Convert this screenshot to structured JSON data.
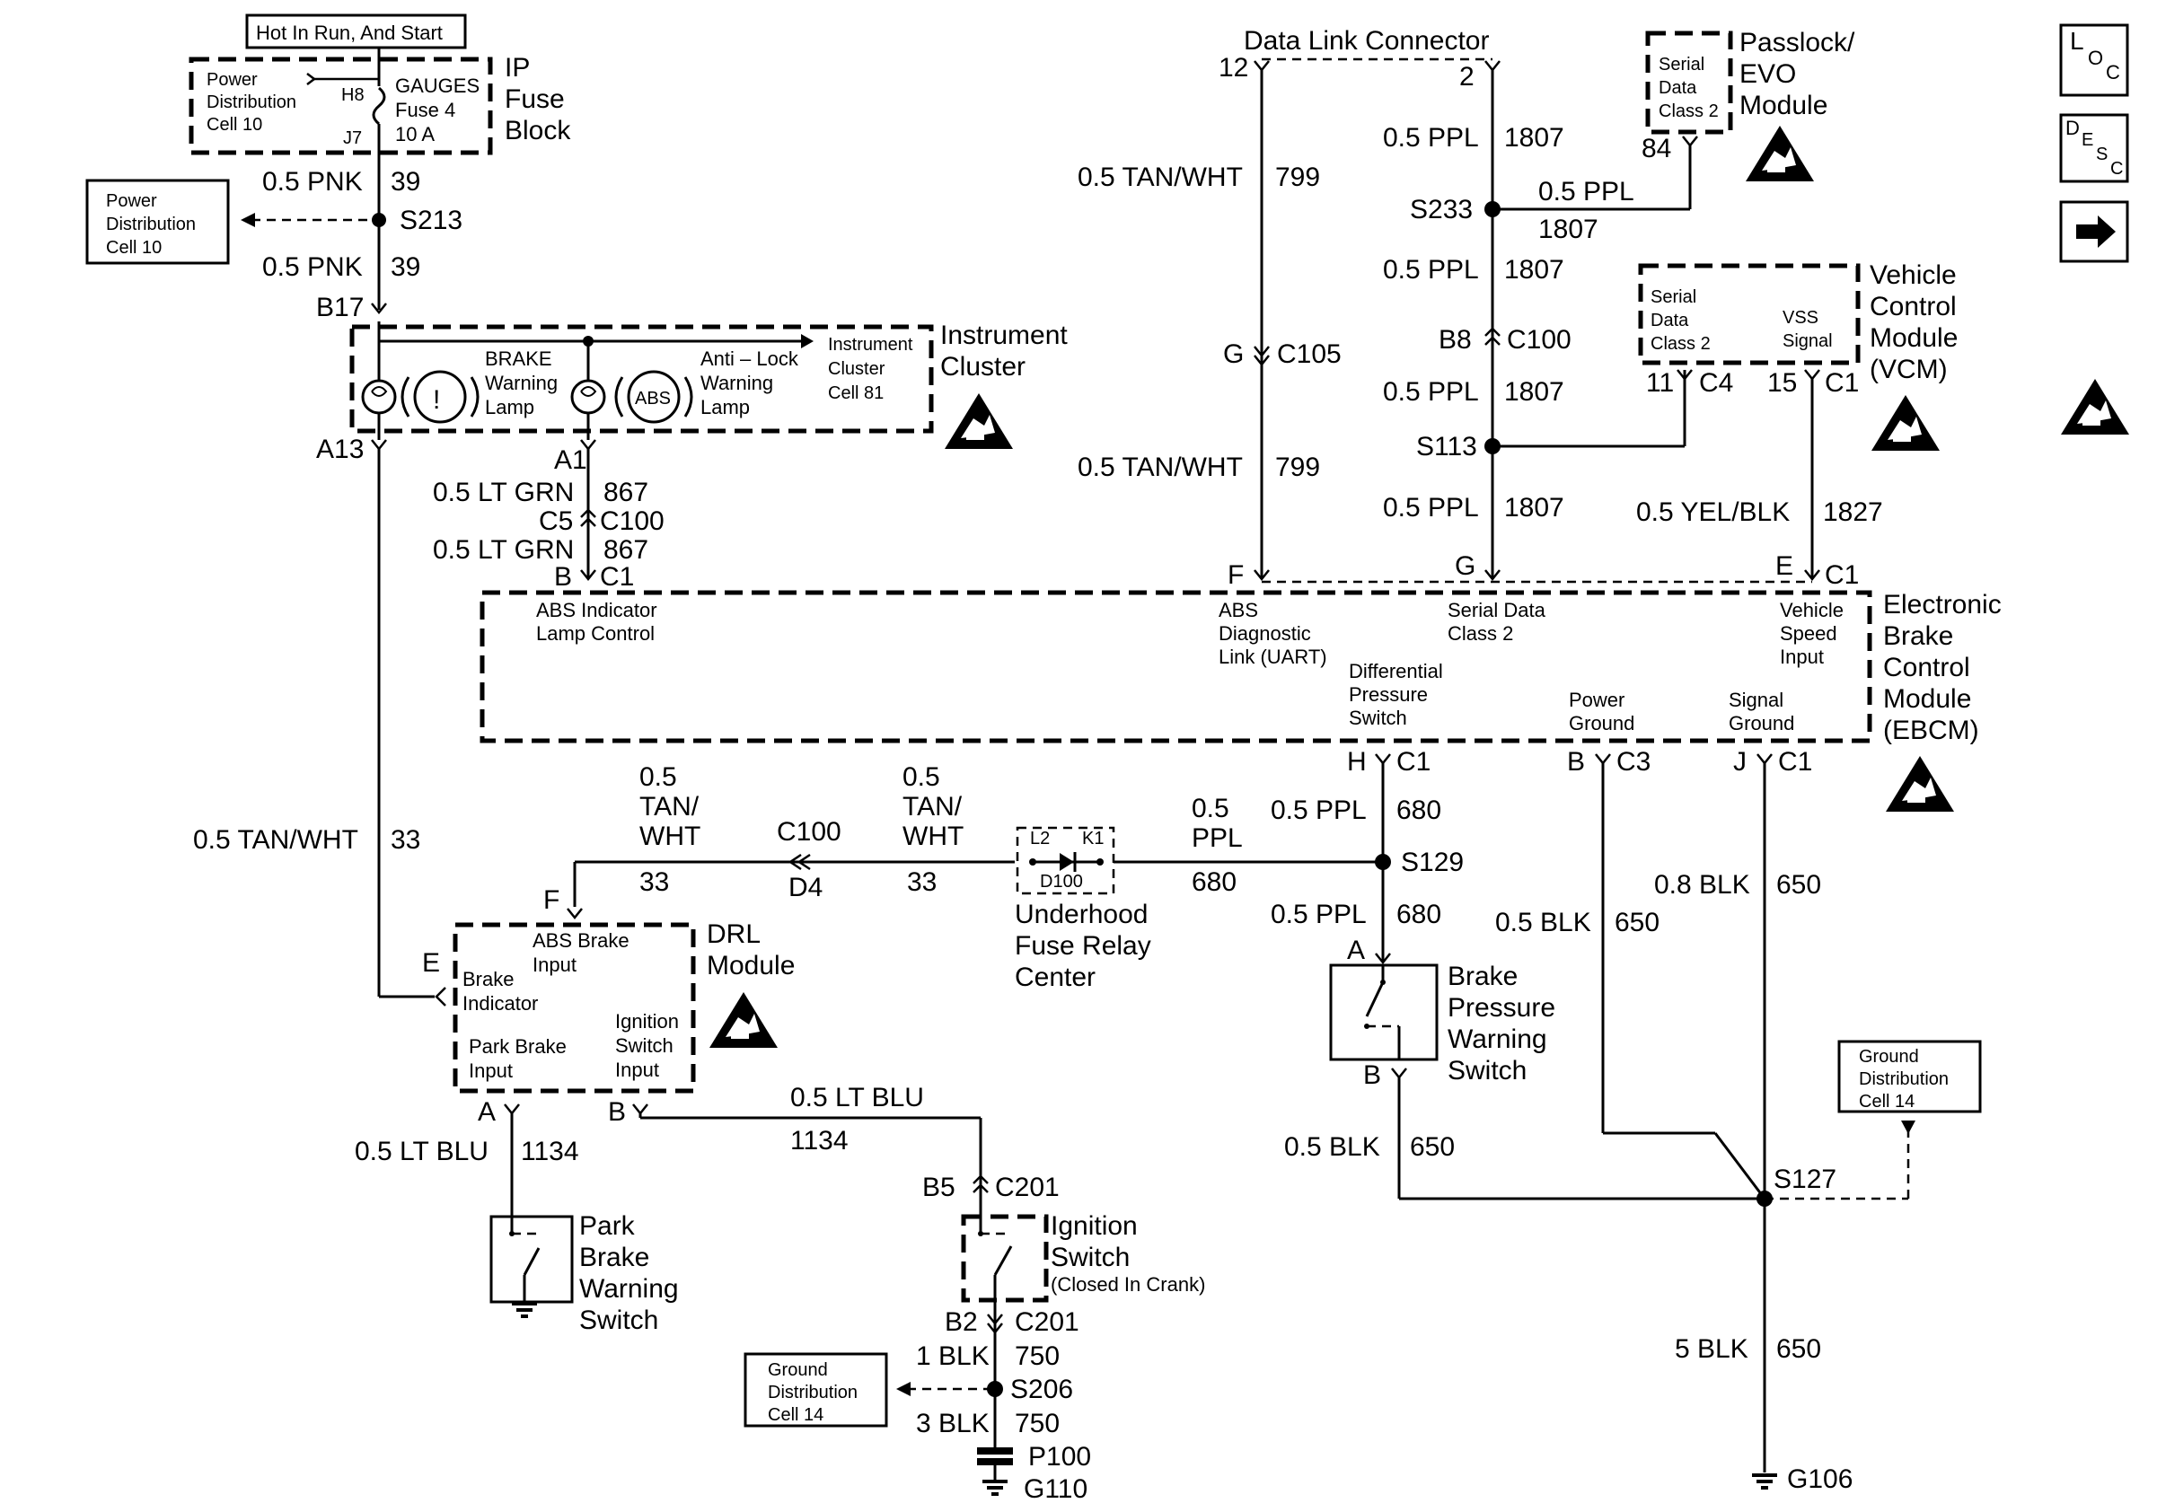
{
  "side_icons": {
    "loc": [
      "L",
      "O",
      "C"
    ],
    "desc": [
      "D",
      "E",
      "S",
      "C"
    ]
  },
  "fuse": {
    "tag": "Hot In Run, And Start",
    "block_title": [
      "IP",
      "Fuse",
      "Block"
    ],
    "pd_ref": [
      "Power",
      "Distribution",
      "Cell 10"
    ],
    "fuse_label": [
      "GAUGES",
      "Fuse 4",
      "10 A"
    ],
    "pin_in": "H8",
    "pin_out": "J7"
  },
  "splice_s213": {
    "name": "S213",
    "ref": [
      "Power",
      "Distribution",
      "Cell 10"
    ],
    "w1_gauge": "0.5 PNK",
    "w1_circuit": "39",
    "w2_gauge": "0.5 PNK",
    "w2_circuit": "39"
  },
  "cluster": {
    "title": [
      "Instrument",
      "Cluster"
    ],
    "pin_in": "B17",
    "pin_a13": "A13",
    "pin_a1": "A1",
    "brake_lamp": [
      "BRAKE",
      "Warning",
      "Lamp"
    ],
    "abs_lamp": [
      "Anti – Lock",
      "Warning",
      "Lamp"
    ],
    "ref": [
      "Instrument",
      "Cluster",
      "Cell 81"
    ],
    "abs_symbol": "ABS",
    "brake_symbol": "!"
  },
  "cluster_ebcm_wire": {
    "gauge1": "0.5 LT GRN",
    "circuit1": "867",
    "conn_pin": "C5",
    "conn": "C100",
    "gauge2": "0.5 LT GRN",
    "circuit2": "867",
    "ebcm_pin": "B",
    "ebcm_conn": "C1"
  },
  "dlc": {
    "title": "Data Link Connector",
    "pin12": "12",
    "pin2": "2",
    "gauge_a": "0.5 TAN/WHT",
    "circuit_a": "799",
    "conn_pin": "G",
    "conn": "C105",
    "gauge_b": "0.5 TAN/WHT",
    "circuit_b": "799"
  },
  "serial": {
    "g1": "0.5 PPL",
    "c1": "1807",
    "splice1": "S233",
    "g_branch": "0.5 PPL",
    "c_branch": "1807",
    "g2": "0.5 PPL",
    "c2": "1807",
    "conn_pin": "B8",
    "conn": "C100",
    "g3": "0.5 PPL",
    "c3": "1807",
    "splice2": "S113",
    "g4": "0.5 PPL",
    "c4": "1807"
  },
  "passlock": {
    "title": [
      "Passlock/",
      "EVO",
      "Module"
    ],
    "box": [
      "Serial",
      "Data",
      "Class 2"
    ],
    "pin": "84"
  },
  "vcm": {
    "title": [
      "Vehicle",
      "Control",
      "Module",
      "(VCM)"
    ],
    "serial": [
      "Serial",
      "Data",
      "Class 2"
    ],
    "vss": [
      "VSS",
      "Signal"
    ],
    "pin_a": "11",
    "conn_a": "C4",
    "pin_b": "15",
    "conn_b": "C1",
    "gauge": "0.5 YEL/BLK",
    "circuit": "1827"
  },
  "ebcm": {
    "title": [
      "Electronic",
      "Brake",
      "Control",
      "Module",
      "(EBCM)"
    ],
    "abs_lamp_ctrl": [
      "ABS Indicator",
      "Lamp Control"
    ],
    "abs_diag": [
      "ABS",
      "Diagnostic",
      "Link (UART)"
    ],
    "serial": [
      "Serial Data",
      "Class 2"
    ],
    "vss": [
      "Vehicle",
      "Speed",
      "Input"
    ],
    "diff": [
      "Differential",
      "Pressure",
      "Switch"
    ],
    "pwr_gnd": [
      "Power",
      "Ground"
    ],
    "sig_gnd": [
      "Signal",
      "Ground"
    ],
    "pin_f": "F",
    "pin_g": "G",
    "pin_e": "E",
    "conn_top": "C1",
    "pin_h": "H",
    "conn_h": "C1",
    "pin_b": "B",
    "conn_b": "C3",
    "pin_j": "J",
    "conn_j": "C1"
  },
  "drl": {
    "title": [
      "DRL",
      "Module"
    ],
    "abs_in": [
      "ABS Brake",
      "Input"
    ],
    "brake_ind": [
      "Brake",
      "Indicator"
    ],
    "park_in": [
      "Park Brake",
      "Input"
    ],
    "ign_in": [
      "Ignition",
      "Switch",
      "Input"
    ],
    "pin_f": "F",
    "pin_e": "E",
    "pin_a": "A",
    "pin_b": "B",
    "wire33_gauge": "0.5 TAN/WHT",
    "wire33_circuit": "33"
  },
  "drl_relay": {
    "g1": [
      "0.5",
      "TAN/",
      "WHT"
    ],
    "c1": "33",
    "conn": "C100",
    "conn_pin": "D4",
    "g2": [
      "0.5",
      "TAN/",
      "WHT"
    ],
    "c2": "33",
    "diode": "D100",
    "l2": "L2",
    "k1": "K1",
    "center": [
      "Underhood",
      "Fuse Relay",
      "Center"
    ],
    "g3": [
      "0.5",
      "PPL"
    ],
    "c3": "680"
  },
  "pressure": {
    "g_top": "0.5 PPL",
    "c_top": "680",
    "splice": "S129",
    "g_mid": "0.5 PPL",
    "c_mid": "680",
    "pin_a": "A",
    "pin_b": "B",
    "title": [
      "Brake",
      "Pressure",
      "Warning",
      "Switch"
    ],
    "g_bot": "0.5 BLK",
    "c_bot": "650"
  },
  "grounds_right": {
    "g_b": "0.5 BLK",
    "c_b": "650",
    "g_j": "0.8 BLK",
    "c_j": "650",
    "splice": "S127",
    "ref": [
      "Ground",
      "Distribution",
      "Cell 14"
    ],
    "g_main": "5 BLK",
    "c_main": "650",
    "ground": "G106"
  },
  "park_brake": {
    "gauge": "0.5 LT BLU",
    "circuit": "1134",
    "title": [
      "Park",
      "Brake",
      "Warning",
      "Switch"
    ]
  },
  "ignition": {
    "gauge": "0.5 LT BLU",
    "circuit": "1134",
    "conn_pin": "B5",
    "conn": "C201",
    "title": [
      "Ignition",
      "Switch"
    ],
    "note": "(Closed In Crank)",
    "conn2_pin": "B2",
    "conn2": "C201",
    "g1": "1 BLK",
    "c1": "750",
    "splice": "S206",
    "ref": [
      "Ground",
      "Distribution",
      "Cell 14"
    ],
    "g2": "3 BLK",
    "c2": "750",
    "p": "P100",
    "ground": "G110"
  }
}
